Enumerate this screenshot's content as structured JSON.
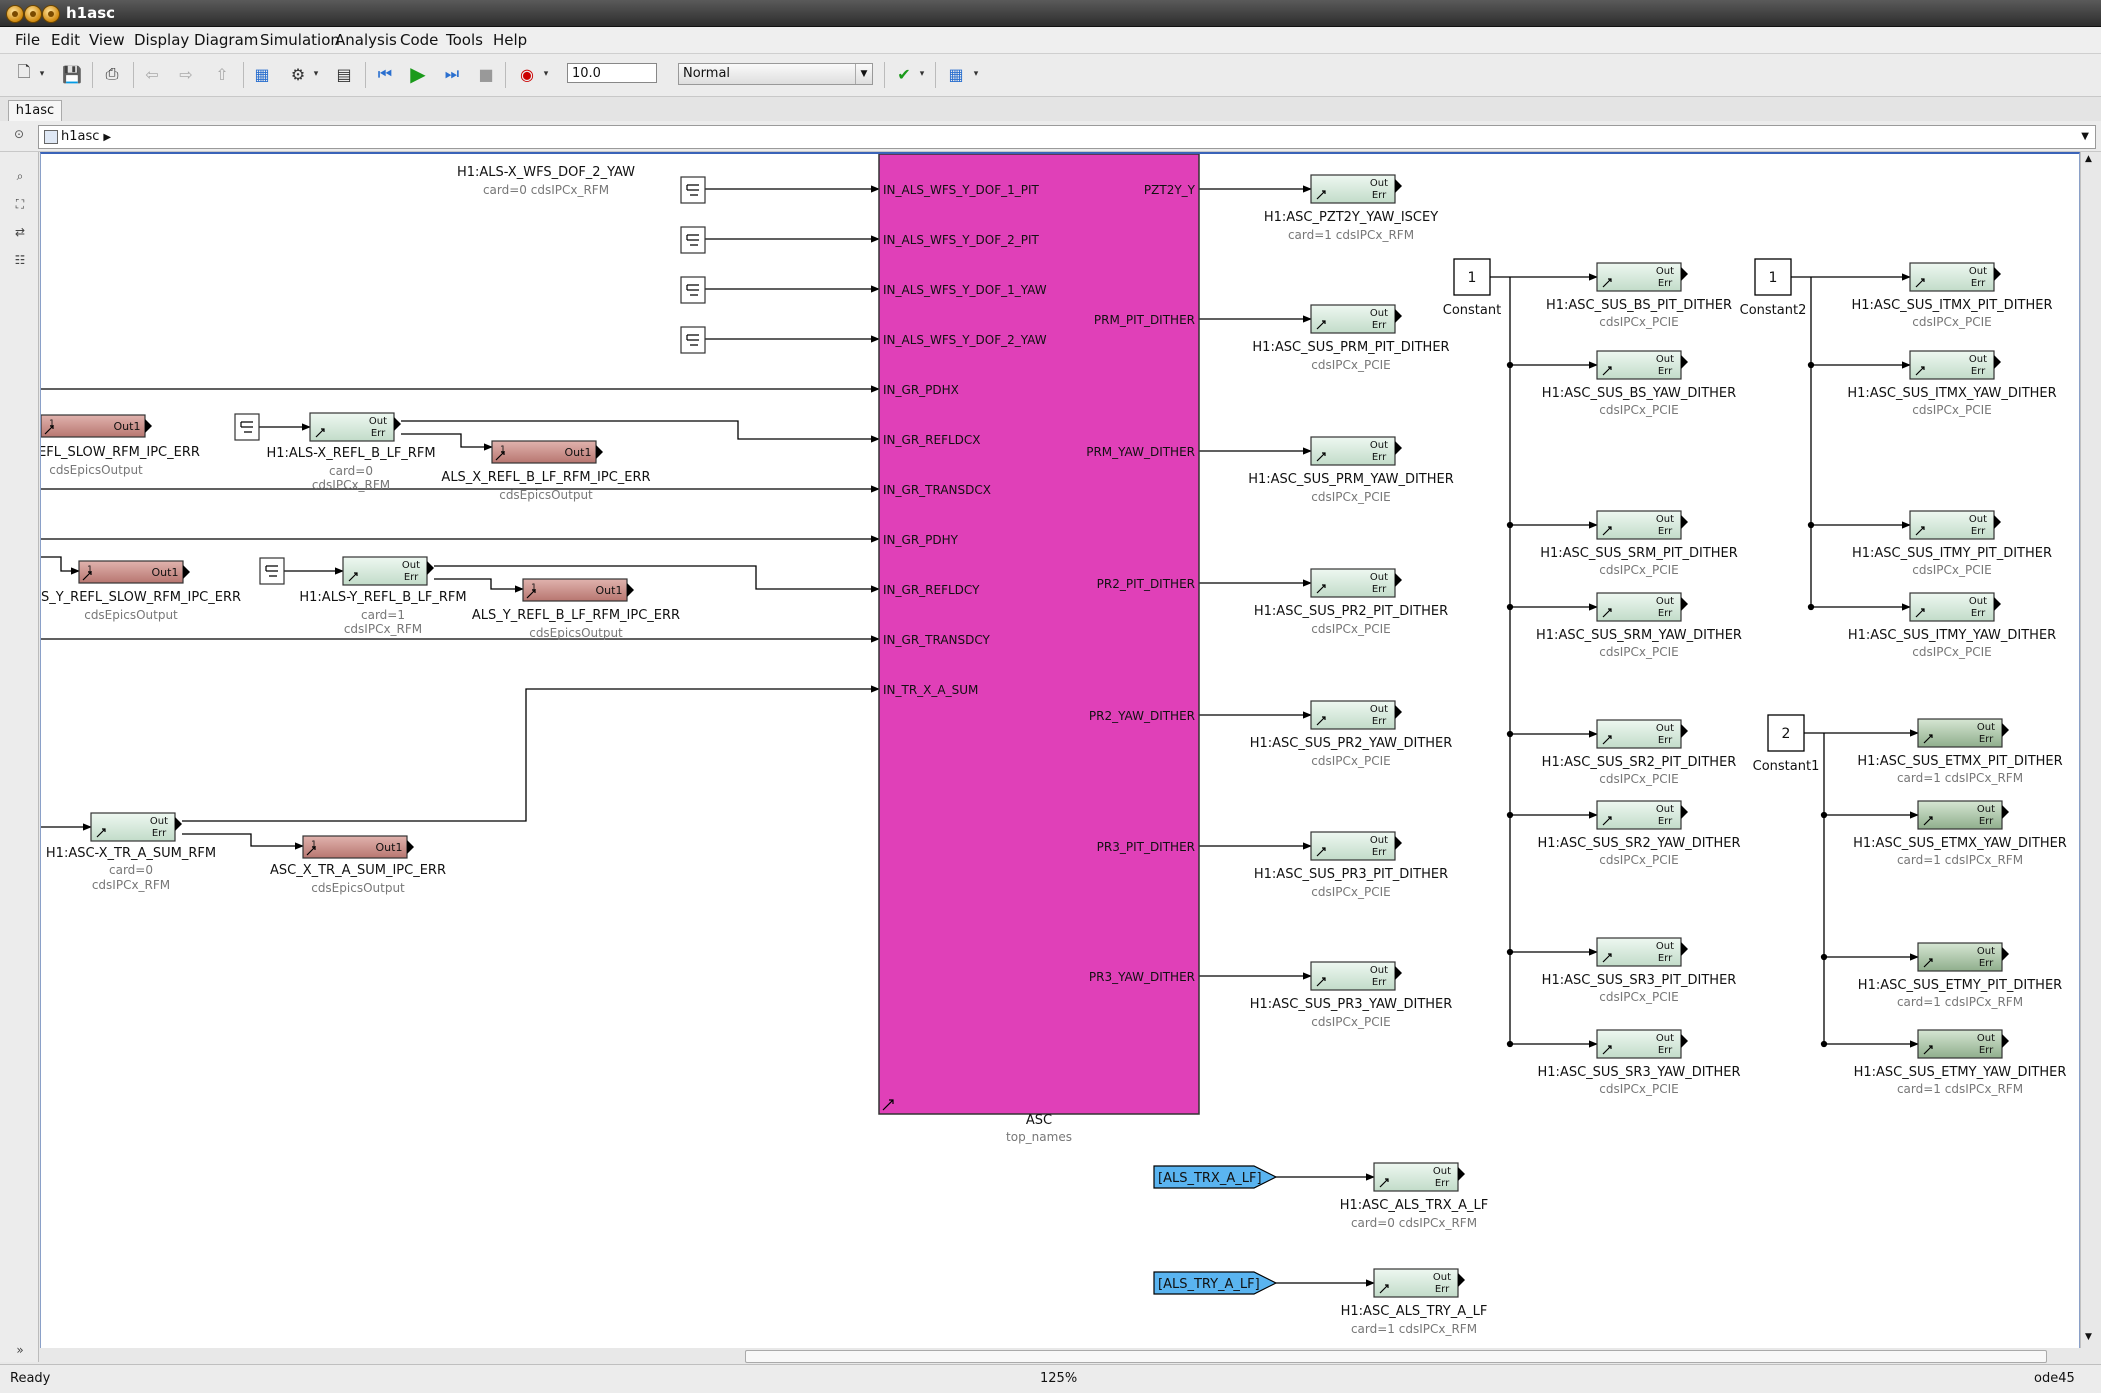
{
  "window": {
    "title": "h1asc"
  },
  "menu": [
    "File",
    "Edit",
    "View",
    "Display",
    "Diagram",
    "Simulation",
    "Analysis",
    "Code",
    "Tools",
    "Help"
  ],
  "toolbar": {
    "sim_stop_time": "10.0",
    "sim_mode": "Normal"
  },
  "tab": {
    "label": "h1asc"
  },
  "address": {
    "path": "h1asc"
  },
  "status": {
    "left": "Ready",
    "zoom": "125%",
    "solver": "ode45"
  },
  "colors": {
    "asc_block": "#e040b8",
    "ipc_block": "#d4eadb",
    "epics_block": "#c98b86",
    "rfm_block": "#9fbf9f",
    "from_tag": "#5ab4f0"
  },
  "asc_block": {
    "name": "ASC",
    "sub": "top_names",
    "inputs": [
      "IN_ALS_WFS_Y_DOF_1_PIT",
      "IN_ALS_WFS_Y_DOF_2_PIT",
      "IN_ALS_WFS_Y_DOF_1_YAW",
      "IN_ALS_WFS_Y_DOF_2_YAW",
      "IN_GR_PDHX",
      "IN_GR_REFLDCX",
      "IN_GR_TRANSDCX",
      "IN_GR_PDHY",
      "IN_GR_REFLDCY",
      "IN_GR_TRANSDCY",
      "IN_TR_X_A_SUM"
    ],
    "outputs": [
      "PZT2Y_Y",
      "PRM_PIT_DITHER",
      "PRM_YAW_DITHER",
      "PR2_PIT_DITHER",
      "PR2_YAW_DITHER",
      "PR3_PIT_DITHER",
      "PR3_YAW_DITHER"
    ]
  },
  "port_labels": {
    "out": "Out",
    "err": "Err",
    "out1": "Out1",
    "one": "1"
  },
  "left_blocks": [
    {
      "name": "H1:ALS-X_WFS_DOF_2_YAW",
      "sub": "card=0 cdsIPCx_RFM"
    },
    {
      "name": "EFL_SLOW_RFM_IPC_ERR",
      "sub": "cdsEpicsOutput"
    },
    {
      "name": "H1:ALS-X_REFL_B_LF_RFM",
      "sub": "card=0",
      "sub2": "cdsIPCx_RFM"
    },
    {
      "name": "ALS_X_REFL_B_LF_RFM_IPC_ERR",
      "sub": "cdsEpicsOutput"
    },
    {
      "name": "S_Y_REFL_SLOW_RFM_IPC_ERR",
      "sub": "cdsEpicsOutput"
    },
    {
      "name": "H1:ALS-Y_REFL_B_LF_RFM",
      "sub": "card=1",
      "sub2": "cdsIPCx_RFM"
    },
    {
      "name": "ALS_Y_REFL_B_LF_RFM_IPC_ERR",
      "sub": "cdsEpicsOutput"
    },
    {
      "name": "H1:ASC-X_TR_A_SUM_RFM",
      "sub": "card=0",
      "sub2": "cdsIPCx_RFM"
    },
    {
      "name": "ASC_X_TR_A_SUM_IPC_ERR",
      "sub": "cdsEpicsOutput"
    }
  ],
  "out_blocks": [
    {
      "name": "H1:ASC_PZT2Y_YAW_ISCEY",
      "sub": "card=1 cdsIPCx_RFM"
    },
    {
      "name": "H1:ASC_SUS_PRM_PIT_DITHER",
      "sub": "cdsIPCx_PCIE"
    },
    {
      "name": "H1:ASC_SUS_PRM_YAW_DITHER",
      "sub": "cdsIPCx_PCIE"
    },
    {
      "name": "H1:ASC_SUS_PR2_PIT_DITHER",
      "sub": "cdsIPCx_PCIE"
    },
    {
      "name": "H1:ASC_SUS_PR2_YAW_DITHER",
      "sub": "cdsIPCx_PCIE"
    },
    {
      "name": "H1:ASC_SUS_PR3_PIT_DITHER",
      "sub": "cdsIPCx_PCIE"
    },
    {
      "name": "H1:ASC_SUS_PR3_YAW_DITHER",
      "sub": "cdsIPCx_PCIE"
    }
  ],
  "constants": [
    {
      "value": "1",
      "label": "Constant"
    },
    {
      "value": "1",
      "label": "Constant2"
    },
    {
      "value": "2",
      "label": "Constant1"
    }
  ],
  "col1_blocks": [
    {
      "name": "H1:ASC_SUS_BS_PIT_DITHER",
      "sub": "cdsIPCx_PCIE"
    },
    {
      "name": "H1:ASC_SUS_BS_YAW_DITHER",
      "sub": "cdsIPCx_PCIE"
    },
    {
      "name": "H1:ASC_SUS_SRM_PIT_DITHER",
      "sub": "cdsIPCx_PCIE"
    },
    {
      "name": "H1:ASC_SUS_SRM_YAW_DITHER",
      "sub": "cdsIPCx_PCIE"
    },
    {
      "name": "H1:ASC_SUS_SR2_PIT_DITHER",
      "sub": "cdsIPCx_PCIE"
    },
    {
      "name": "H1:ASC_SUS_SR2_YAW_DITHER",
      "sub": "cdsIPCx_PCIE"
    },
    {
      "name": "H1:ASC_SUS_SR3_PIT_DITHER",
      "sub": "cdsIPCx_PCIE"
    },
    {
      "name": "H1:ASC_SUS_SR3_YAW_DITHER",
      "sub": "cdsIPCx_PCIE"
    }
  ],
  "col2_blocks": [
    {
      "name": "H1:ASC_SUS_ITMX_PIT_DITHER",
      "sub": "cdsIPCx_PCIE"
    },
    {
      "name": "H1:ASC_SUS_ITMX_YAW_DITHER",
      "sub": "cdsIPCx_PCIE"
    },
    {
      "name": "H1:ASC_SUS_ITMY_PIT_DITHER",
      "sub": "cdsIPCx_PCIE"
    },
    {
      "name": "H1:ASC_SUS_ITMY_YAW_DITHER",
      "sub": "cdsIPCx_PCIE"
    }
  ],
  "col3_blocks": [
    {
      "name": "H1:ASC_SUS_ETMX_PIT_DITHER",
      "sub": "card=1 cdsIPCx_RFM"
    },
    {
      "name": "H1:ASC_SUS_ETMX_YAW_DITHER",
      "sub": "card=1 cdsIPCx_RFM"
    },
    {
      "name": "H1:ASC_SUS_ETMY_PIT_DITHER",
      "sub": "card=1 cdsIPCx_RFM"
    },
    {
      "name": "H1:ASC_SUS_ETMY_YAW_DITHER",
      "sub": "card=1 cdsIPCx_RFM"
    }
  ],
  "from_tags": [
    {
      "tag": "[ALS_TRX_A_LF]",
      "name": "H1:ASC_ALS_TRX_A_LF",
      "sub": "card=0 cdsIPCx_RFM"
    },
    {
      "tag": "[ALS_TRY_A_LF]",
      "name": "H1:ASC_ALS_TRY_A_LF",
      "sub": "card=1 cdsIPCx_RFM"
    }
  ]
}
